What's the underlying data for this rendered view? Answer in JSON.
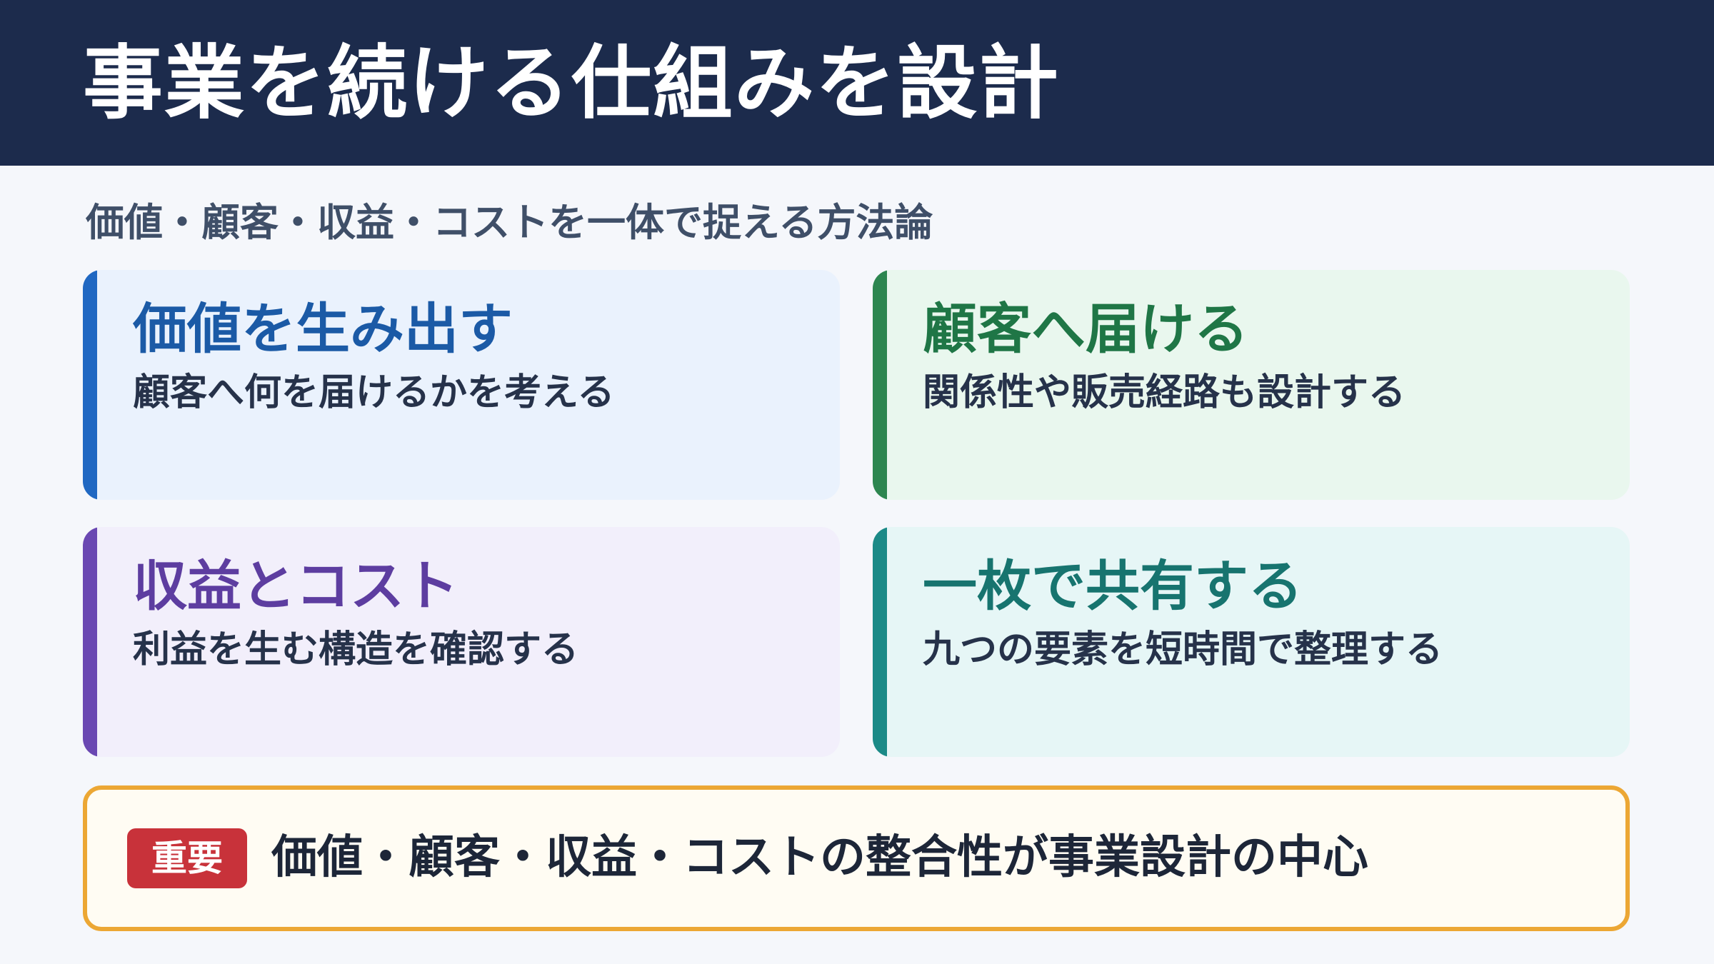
{
  "header": {
    "title": "事業を続ける仕組みを設計",
    "subtitle": "価値・顧客・収益・コストを一体で捉える方法論"
  },
  "cards": [
    {
      "title": "価値を生み出す",
      "description": "顧客へ何を届けるかを考える",
      "accent_color": "#2068c2"
    },
    {
      "title": "顧客へ届ける",
      "description": "関係性や販売経路も設計する",
      "accent_color": "#2d8650"
    },
    {
      "title": "収益とコスト",
      "description": "利益を生む構造を確認する",
      "accent_color": "#6a48b2"
    },
    {
      "title": "一枚で共有する",
      "description": "九つの要素を短時間で整理する",
      "accent_color": "#1b8a87"
    }
  ],
  "callout": {
    "badge": "重要",
    "text": "価値・顧客・収益・コストの整合性が事業設計の中心",
    "border_color": "#eca734",
    "badge_color": "#c8323a"
  }
}
